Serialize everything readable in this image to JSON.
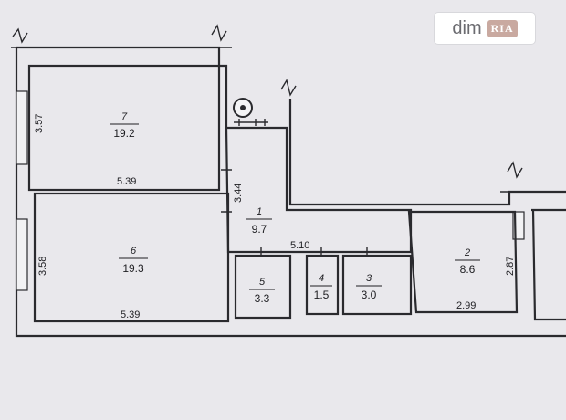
{
  "watermark": {
    "text": "dim",
    "logo": "RIA"
  },
  "rooms": [
    {
      "number": "7",
      "area": "19.2"
    },
    {
      "number": "6",
      "area": "19.3"
    },
    {
      "number": "1",
      "area": "9.7"
    },
    {
      "number": "5",
      "area": "3.3"
    },
    {
      "number": "4",
      "area": "1.5"
    },
    {
      "number": "3",
      "area": "3.0"
    },
    {
      "number": "2",
      "area": "8.6"
    }
  ],
  "dimensions": [
    "3.57",
    "5.39",
    "3.58",
    "5.39",
    "3.44",
    "5.10",
    "2.87",
    "2.99"
  ],
  "colors": {
    "background": "#e9e8ec",
    "ink": "#2a2a2e"
  }
}
